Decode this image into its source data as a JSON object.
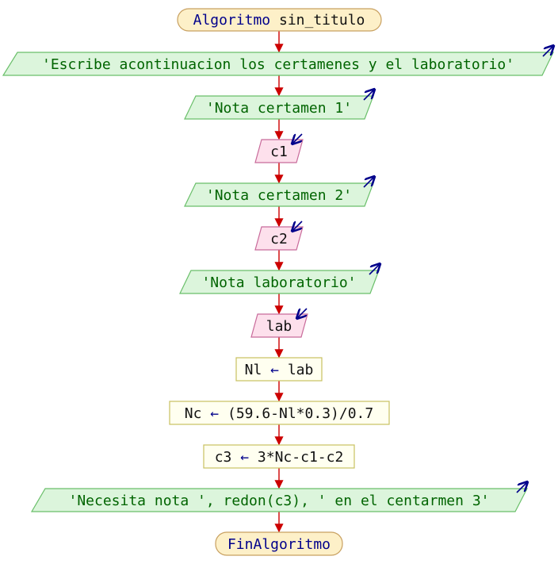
{
  "diagram": {
    "start": {
      "keyword": "Algoritmo",
      "name": "sin_titulo"
    },
    "steps": [
      {
        "kind": "output",
        "text": "'Escribe acontinuacion los certamenes y el laboratorio'"
      },
      {
        "kind": "output",
        "text": "'Nota certamen 1'"
      },
      {
        "kind": "input",
        "text": "c1"
      },
      {
        "kind": "output",
        "text": "'Nota certamen 2'"
      },
      {
        "kind": "input",
        "text": "c2"
      },
      {
        "kind": "output",
        "text": "'Nota laboratorio'"
      },
      {
        "kind": "input",
        "text": "lab"
      },
      {
        "kind": "assign",
        "target": "Nl",
        "arrow": "←",
        "expr": "lab"
      },
      {
        "kind": "assign",
        "target": "Nc",
        "arrow": "←",
        "expr": "(59.6-Nl*0.3)/0.7"
      },
      {
        "kind": "assign",
        "target": "c3",
        "arrow": "←",
        "expr": "3*Nc-c1-c2"
      },
      {
        "kind": "output",
        "text": "'Necesita nota ', redon(c3), ' en el centarmen 3'"
      }
    ],
    "end": {
      "keyword": "FinAlgoritmo"
    }
  },
  "colors": {
    "terminal_fill": "#fdf0c8",
    "terminal_stroke": "#c8a060",
    "output_fill": "#dcf5dc",
    "output_stroke": "#6abf6a",
    "input_fill": "#fde0ec",
    "input_stroke": "#c86a9a",
    "assign_fill": "#fffff0",
    "assign_stroke": "#c8c060",
    "connector": "#cc0000",
    "io_arrow": "#00008b"
  }
}
